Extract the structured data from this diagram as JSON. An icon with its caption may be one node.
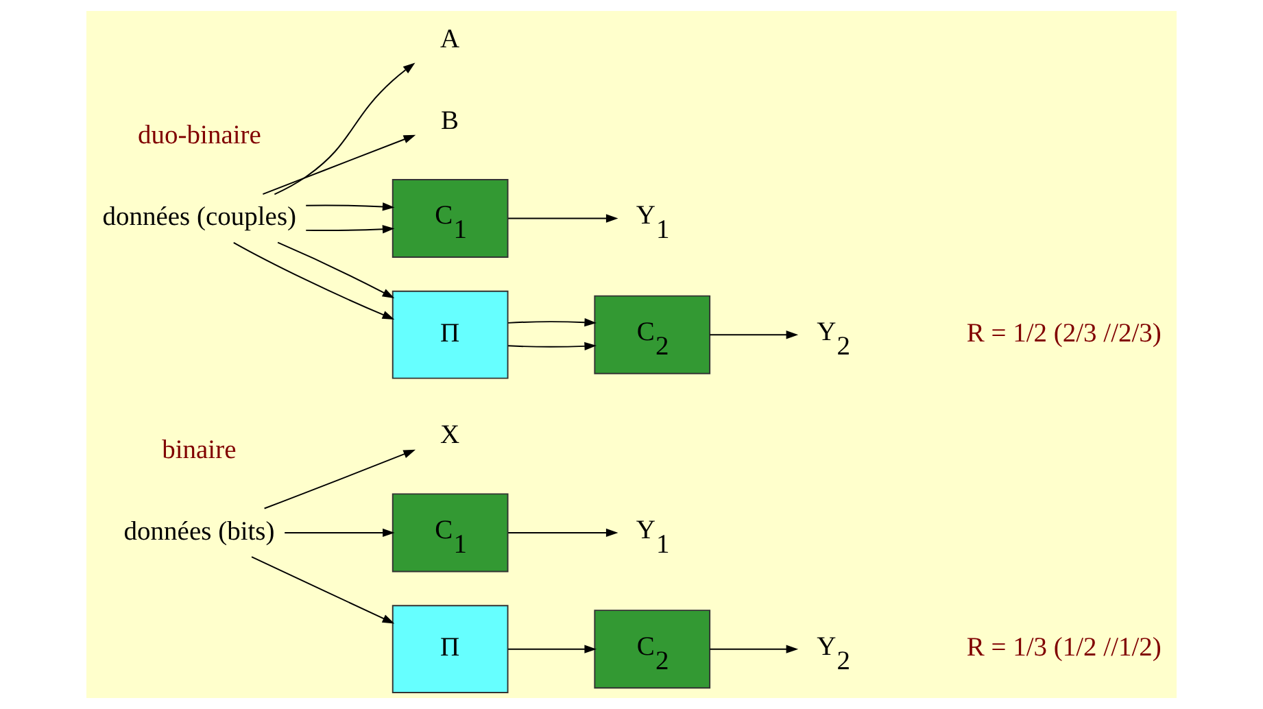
{
  "diagram": {
    "nodes": [
      {
        "text": [
          "données (bits)"
        ]
      },
      {
        "text": [
          "X"
        ]
      },
      {
        "text": [
          "C$_{1}$"
        ]
      },
      {
        "text": [
          "Y$_{1}$"
        ]
      },
      {
        "text": [
          "Π"
        ]
      },
      {
        "text": [
          "C$_{2}$"
        ]
      },
      {
        "text": [
          "Y$_{2}$"
        ]
      },
      {
        "text": [
          "données (couples)"
        ]
      },
      {
        "text": [
          "A"
        ]
      },
      {
        "text": [
          "B"
        ]
      },
      {
        "text": [
          "C$_{1}$"
        ]
      },
      {
        "text": [
          "Y$_{1}$"
        ]
      },
      {
        "text": [
          "Π"
        ]
      },
      {
        "text": [
          "C$_{2}$"
        ]
      },
      {
        "text": [
          "Y$_{2}$"
        ]
      }
    ],
    "edges": [
      {
        "from": 0,
        "to": 1,
        "arrow": "to"
      },
      {
        "from": 0,
        "to": 2,
        "arrow": "to"
      },
      {
        "from": 2,
        "to": 3,
        "arrow": "to"
      },
      {
        "from": 0,
        "to": 4,
        "arrow": "to"
      },
      {
        "from": 4,
        "to": 5,
        "arrow": "to"
      },
      {
        "from": 5,
        "to": 6,
        "arrow": "to"
      },
      {
        "from": 7,
        "to": 8,
        "arrow": "to"
      },
      {
        "from": 7,
        "to": 9,
        "arrow": "to"
      },
      {
        "from": 7,
        "to": 10,
        "arrow": "to"
      },
      {
        "from": 7,
        "to": 10,
        "arrow": "to"
      },
      {
        "from": 10,
        "to": 11,
        "arrow": "to"
      },
      {
        "from": 7,
        "to": 12,
        "arrow": "to"
      },
      {
        "from": 7,
        "to": 12,
        "arrow": "to"
      },
      {
        "from": 12,
        "to": 13,
        "arrow": "to"
      },
      {
        "from": 12,
        "to": 13,
        "arrow": "to"
      },
      {
        "from": 13,
        "to": 14,
        "arrow": "to"
      }
    ],
    "labels": [
      "binaire",
      "duo-binaire",
      "R = 1/3 (1/2 //1/2)",
      "R = 1/2 (2/3 //2/3)"
    ]
  }
}
